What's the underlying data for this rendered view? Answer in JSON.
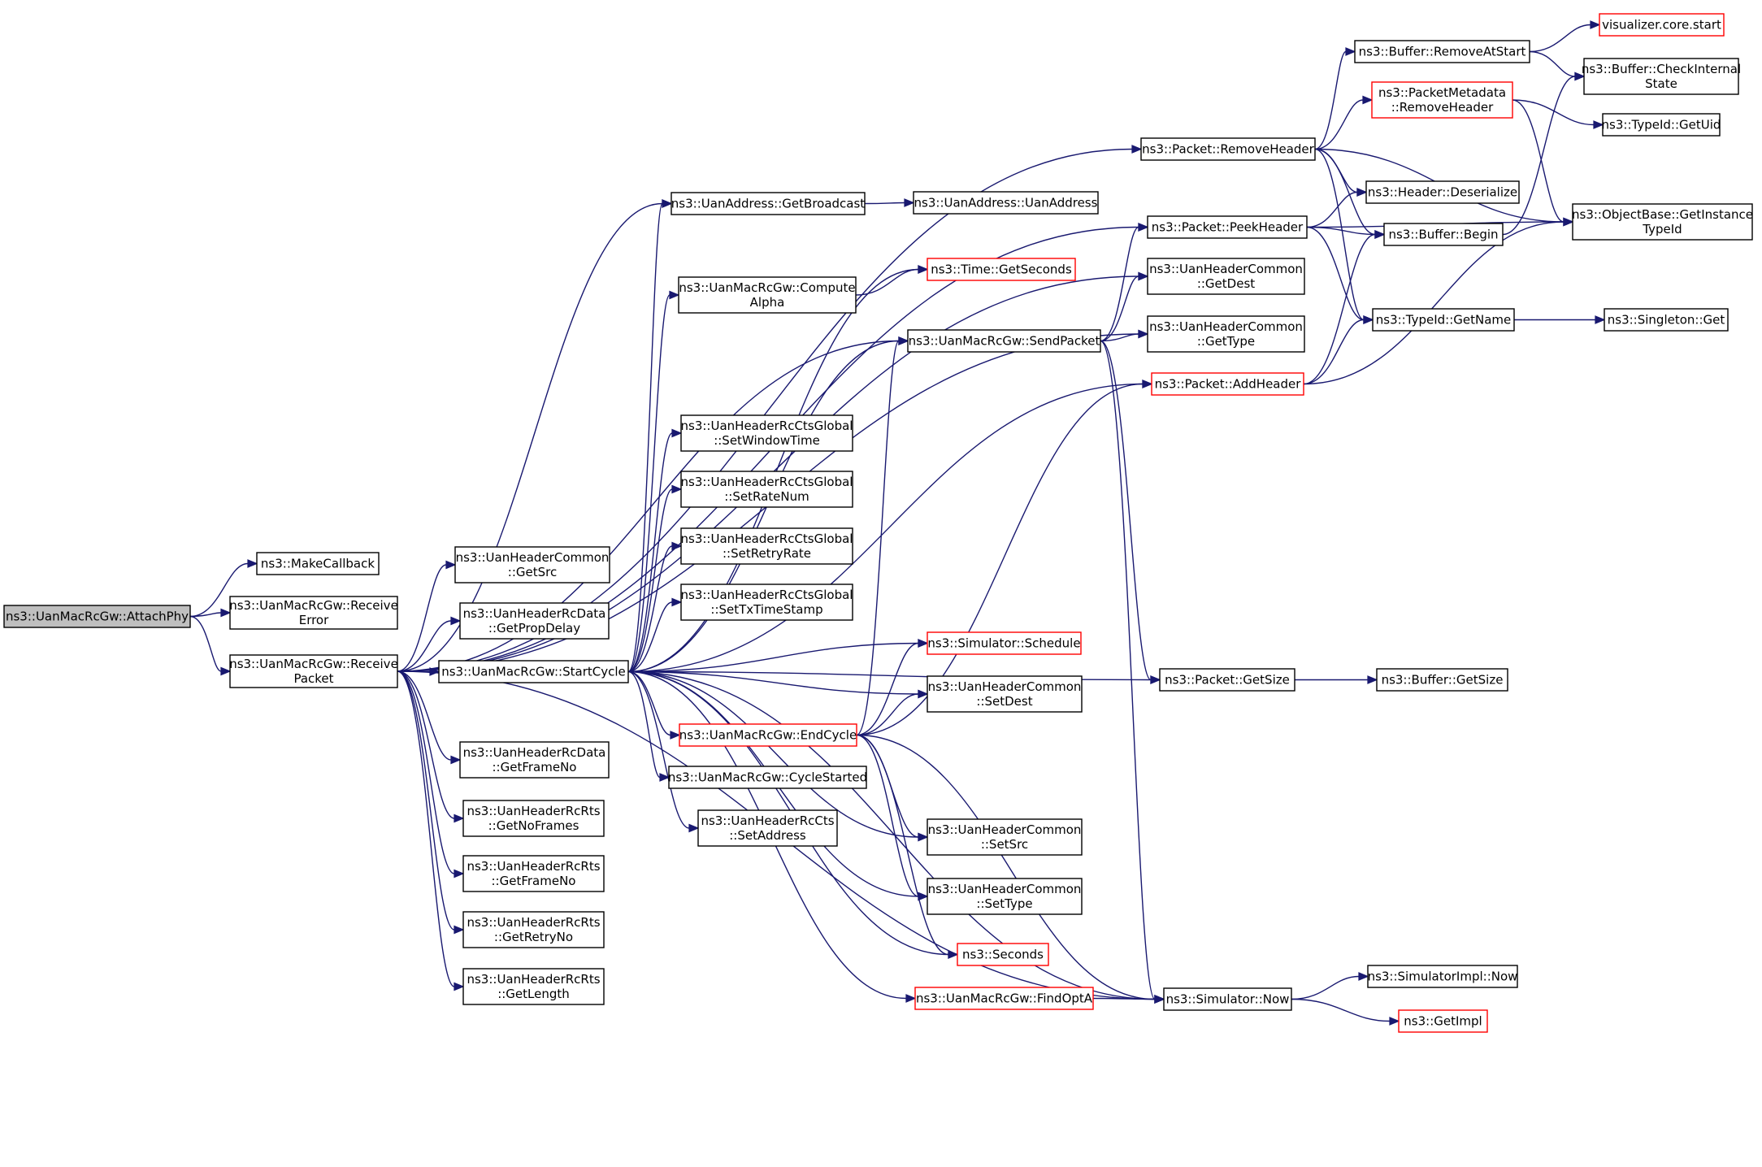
{
  "colors": {
    "edge": "#191970",
    "root_fill": "#bfbfbf",
    "node_border": "#000000",
    "truncated_border": "#ff0000",
    "node_fill": "#ffffff"
  },
  "nodes": [
    {
      "id": "attachphy",
      "lines": [
        "ns3::UanMacRcGw::AttachPhy"
      ],
      "root": true
    },
    {
      "id": "makecallback",
      "lines": [
        "ns3::MakeCallback"
      ]
    },
    {
      "id": "receiveerror",
      "lines": [
        "ns3::UanMacRcGw::Receive",
        "Error"
      ]
    },
    {
      "id": "receivepacket",
      "lines": [
        "ns3::UanMacRcGw::Receive",
        "Packet"
      ]
    },
    {
      "id": "startcycle",
      "lines": [
        "ns3::UanMacRcGw::StartCycle"
      ]
    },
    {
      "id": "hc_getsrc",
      "lines": [
        "ns3::UanHeaderCommon",
        "::GetSrc"
      ]
    },
    {
      "id": "rcdata_getpropdelay",
      "lines": [
        "ns3::UanHeaderRcData",
        "::GetPropDelay"
      ]
    },
    {
      "id": "rcdata_getframeno",
      "lines": [
        "ns3::UanHeaderRcData",
        "::GetFrameNo"
      ]
    },
    {
      "id": "rcrts_getnoframes",
      "lines": [
        "ns3::UanHeaderRcRts",
        "::GetNoFrames"
      ]
    },
    {
      "id": "rcrts_getframeno",
      "lines": [
        "ns3::UanHeaderRcRts",
        "::GetFrameNo"
      ]
    },
    {
      "id": "rcrts_getretryno",
      "lines": [
        "ns3::UanHeaderRcRts",
        "::GetRetryNo"
      ]
    },
    {
      "id": "rcrts_getlength",
      "lines": [
        "ns3::UanHeaderRcRts",
        "::GetLength"
      ]
    },
    {
      "id": "ua_getbroadcast",
      "lines": [
        "ns3::UanAddress::GetBroadcast"
      ]
    },
    {
      "id": "ua_uanaddress",
      "lines": [
        "ns3::UanAddress::UanAddress"
      ]
    },
    {
      "id": "time_getseconds",
      "lines": [
        "ns3::Time::GetSeconds"
      ],
      "truncated": true
    },
    {
      "id": "computealpha",
      "lines": [
        "ns3::UanMacRcGw::Compute",
        "Alpha"
      ]
    },
    {
      "id": "sendpacket",
      "lines": [
        "ns3::UanMacRcGw::SendPacket"
      ]
    },
    {
      "id": "g_setwindowtime",
      "lines": [
        "ns3::UanHeaderRcCtsGlobal",
        "::SetWindowTime"
      ]
    },
    {
      "id": "g_setratenum",
      "lines": [
        "ns3::UanHeaderRcCtsGlobal",
        "::SetRateNum"
      ]
    },
    {
      "id": "g_setretryrate",
      "lines": [
        "ns3::UanHeaderRcCtsGlobal",
        "::SetRetryRate"
      ]
    },
    {
      "id": "g_settxtimestamp",
      "lines": [
        "ns3::UanHeaderRcCtsGlobal",
        "::SetTxTimeStamp"
      ]
    },
    {
      "id": "sim_schedule",
      "lines": [
        "ns3::Simulator::Schedule"
      ],
      "truncated": true
    },
    {
      "id": "hc_setdest",
      "lines": [
        "ns3::UanHeaderCommon",
        "::SetDest"
      ]
    },
    {
      "id": "endcycle",
      "lines": [
        "ns3::UanMacRcGw::EndCycle"
      ],
      "truncated": true
    },
    {
      "id": "cyclestarted",
      "lines": [
        "ns3::UanMacRcGw::CycleStarted"
      ]
    },
    {
      "id": "rccts_setaddress",
      "lines": [
        "ns3::UanHeaderRcCts",
        "::SetAddress"
      ]
    },
    {
      "id": "hc_setsrc",
      "lines": [
        "ns3::UanHeaderCommon",
        "::SetSrc"
      ]
    },
    {
      "id": "hc_settype",
      "lines": [
        "ns3::UanHeaderCommon",
        "::SetType"
      ]
    },
    {
      "id": "seconds",
      "lines": [
        "ns3::Seconds"
      ],
      "truncated": true
    },
    {
      "id": "findopta",
      "lines": [
        "ns3::UanMacRcGw::FindOptA"
      ],
      "truncated": true
    },
    {
      "id": "pk_removeheader",
      "lines": [
        "ns3::Packet::RemoveHeader"
      ]
    },
    {
      "id": "pk_peekheader",
      "lines": [
        "ns3::Packet::PeekHeader"
      ]
    },
    {
      "id": "hc_getdest",
      "lines": [
        "ns3::UanHeaderCommon",
        "::GetDest"
      ]
    },
    {
      "id": "hc_gettype",
      "lines": [
        "ns3::UanHeaderCommon",
        "::GetType"
      ]
    },
    {
      "id": "pk_addheader",
      "lines": [
        "ns3::Packet::AddHeader"
      ],
      "truncated": true
    },
    {
      "id": "pk_getsize",
      "lines": [
        "ns3::Packet::GetSize"
      ]
    },
    {
      "id": "sim_now",
      "lines": [
        "ns3::Simulator::Now"
      ]
    },
    {
      "id": "buf_removeatstart",
      "lines": [
        "ns3::Buffer::RemoveAtStart"
      ]
    },
    {
      "id": "pm_removeheader",
      "lines": [
        "ns3::PacketMetadata",
        "::RemoveHeader"
      ],
      "truncated": true
    },
    {
      "id": "hdr_deserialize",
      "lines": [
        "ns3::Header::Deserialize"
      ]
    },
    {
      "id": "buf_begin",
      "lines": [
        "ns3::Buffer::Begin"
      ]
    },
    {
      "id": "typeid_getname",
      "lines": [
        "ns3::TypeId::GetName"
      ]
    },
    {
      "id": "buf_getsize",
      "lines": [
        "ns3::Buffer::GetSize"
      ]
    },
    {
      "id": "simimpl_now",
      "lines": [
        "ns3::SimulatorImpl::Now"
      ]
    },
    {
      "id": "getimpl",
      "lines": [
        "ns3::GetImpl"
      ],
      "truncated": true
    },
    {
      "id": "viz_start",
      "lines": [
        "visualizer.core.start"
      ],
      "truncated": true
    },
    {
      "id": "buf_checkinternal",
      "lines": [
        "ns3::Buffer::CheckInternal",
        "State"
      ]
    },
    {
      "id": "typeid_getuid",
      "lines": [
        "ns3::TypeId::GetUid"
      ]
    },
    {
      "id": "ob_getinstancetypeid",
      "lines": [
        "ns3::ObjectBase::GetInstance",
        "TypeId"
      ]
    },
    {
      "id": "singleton_get",
      "lines": [
        "ns3::Singleton::Get"
      ]
    }
  ],
  "edges": [
    [
      "attachphy",
      "makecallback"
    ],
    [
      "attachphy",
      "receiveerror"
    ],
    [
      "attachphy",
      "receivepacket"
    ],
    [
      "receivepacket",
      "startcycle"
    ],
    [
      "receivepacket",
      "hc_getsrc"
    ],
    [
      "receivepacket",
      "rcdata_getpropdelay"
    ],
    [
      "receivepacket",
      "rcdata_getframeno"
    ],
    [
      "receivepacket",
      "rcrts_getnoframes"
    ],
    [
      "receivepacket",
      "rcrts_getframeno"
    ],
    [
      "receivepacket",
      "rcrts_getretryno"
    ],
    [
      "receivepacket",
      "rcrts_getlength"
    ],
    [
      "receivepacket",
      "ua_getbroadcast"
    ],
    [
      "receivepacket",
      "pk_removeheader"
    ],
    [
      "receivepacket",
      "pk_peekheader"
    ],
    [
      "receivepacket",
      "hc_getdest"
    ],
    [
      "receivepacket",
      "hc_gettype"
    ],
    [
      "receivepacket",
      "sendpacket"
    ],
    [
      "receivepacket",
      "sim_now"
    ],
    [
      "startcycle",
      "ua_getbroadcast"
    ],
    [
      "startcycle",
      "time_getseconds"
    ],
    [
      "startcycle",
      "computealpha"
    ],
    [
      "startcycle",
      "sendpacket"
    ],
    [
      "startcycle",
      "pk_addheader"
    ],
    [
      "startcycle",
      "g_setwindowtime"
    ],
    [
      "startcycle",
      "g_setratenum"
    ],
    [
      "startcycle",
      "g_setretryrate"
    ],
    [
      "startcycle",
      "g_settxtimestamp"
    ],
    [
      "startcycle",
      "sim_schedule"
    ],
    [
      "startcycle",
      "hc_setdest"
    ],
    [
      "startcycle",
      "endcycle"
    ],
    [
      "startcycle",
      "cyclestarted"
    ],
    [
      "startcycle",
      "rccts_setaddress"
    ],
    [
      "startcycle",
      "hc_setsrc"
    ],
    [
      "startcycle",
      "hc_settype"
    ],
    [
      "startcycle",
      "seconds"
    ],
    [
      "startcycle",
      "findopta"
    ],
    [
      "startcycle",
      "pk_getsize"
    ],
    [
      "startcycle",
      "sim_now"
    ],
    [
      "ua_getbroadcast",
      "ua_uanaddress"
    ],
    [
      "computealpha",
      "time_getseconds"
    ],
    [
      "sendpacket",
      "pk_peekheader"
    ],
    [
      "sendpacket",
      "hc_getdest"
    ],
    [
      "sendpacket",
      "hc_gettype"
    ],
    [
      "sendpacket",
      "pk_getsize"
    ],
    [
      "sendpacket",
      "sim_now"
    ],
    [
      "endcycle",
      "sendpacket"
    ],
    [
      "endcycle",
      "sim_schedule"
    ],
    [
      "endcycle",
      "hc_setdest"
    ],
    [
      "endcycle",
      "hc_setsrc"
    ],
    [
      "endcycle",
      "hc_settype"
    ],
    [
      "endcycle",
      "seconds"
    ],
    [
      "endcycle",
      "pk_addheader"
    ],
    [
      "endcycle",
      "sim_now"
    ],
    [
      "findopta",
      "sim_now"
    ],
    [
      "pk_removeheader",
      "buf_removeatstart"
    ],
    [
      "pk_removeheader",
      "pm_removeheader"
    ],
    [
      "pk_removeheader",
      "hdr_deserialize"
    ],
    [
      "pk_removeheader",
      "buf_begin"
    ],
    [
      "pk_removeheader",
      "typeid_getname"
    ],
    [
      "pk_removeheader",
      "ob_getinstancetypeid"
    ],
    [
      "pk_peekheader",
      "hdr_deserialize"
    ],
    [
      "pk_peekheader",
      "buf_begin"
    ],
    [
      "pk_peekheader",
      "typeid_getname"
    ],
    [
      "pk_peekheader",
      "ob_getinstancetypeid"
    ],
    [
      "pk_addheader",
      "buf_begin"
    ],
    [
      "pk_addheader",
      "typeid_getname"
    ],
    [
      "pk_addheader",
      "ob_getinstancetypeid"
    ],
    [
      "pk_getsize",
      "buf_getsize"
    ],
    [
      "sim_now",
      "simimpl_now"
    ],
    [
      "sim_now",
      "getimpl"
    ],
    [
      "buf_removeatstart",
      "viz_start"
    ],
    [
      "buf_removeatstart",
      "buf_checkinternal"
    ],
    [
      "pm_removeheader",
      "typeid_getuid"
    ],
    [
      "pm_removeheader",
      "ob_getinstancetypeid"
    ],
    [
      "buf_begin",
      "buf_checkinternal"
    ],
    [
      "typeid_getname",
      "singleton_get"
    ]
  ]
}
